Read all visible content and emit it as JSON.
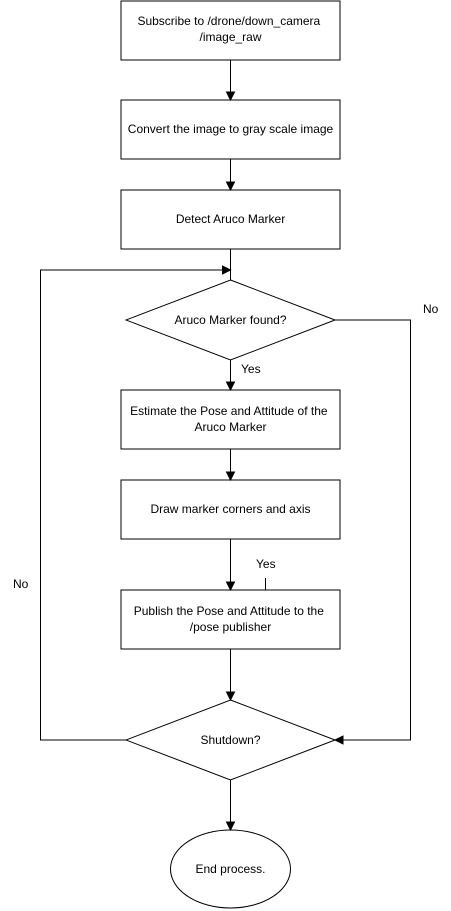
{
  "nodes": {
    "subscribe": {
      "lines": [
        "Subscribe to /drone/down_camera",
        "/image_raw"
      ]
    },
    "convert": {
      "lines": [
        "Convert the image to gray scale image"
      ]
    },
    "detect": {
      "lines": [
        "Detect Aruco Marker"
      ]
    },
    "found": {
      "lines": [
        "Aruco Marker found?"
      ]
    },
    "estimate": {
      "lines": [
        "Estimate the Pose and Attitude of the",
        "Aruco Marker"
      ]
    },
    "draw": {
      "lines": [
        "Draw marker corners and axis"
      ]
    },
    "publish": {
      "lines": [
        "Publish the Pose and Attitude to the",
        "/pose publisher"
      ]
    },
    "shutdown": {
      "lines": [
        "Shutdown?"
      ]
    },
    "end": {
      "lines": [
        "End process."
      ]
    }
  },
  "edge_labels": {
    "found_yes": "Yes",
    "found_no": "No",
    "draw_yes": "Yes",
    "shutdown_no": "No"
  }
}
